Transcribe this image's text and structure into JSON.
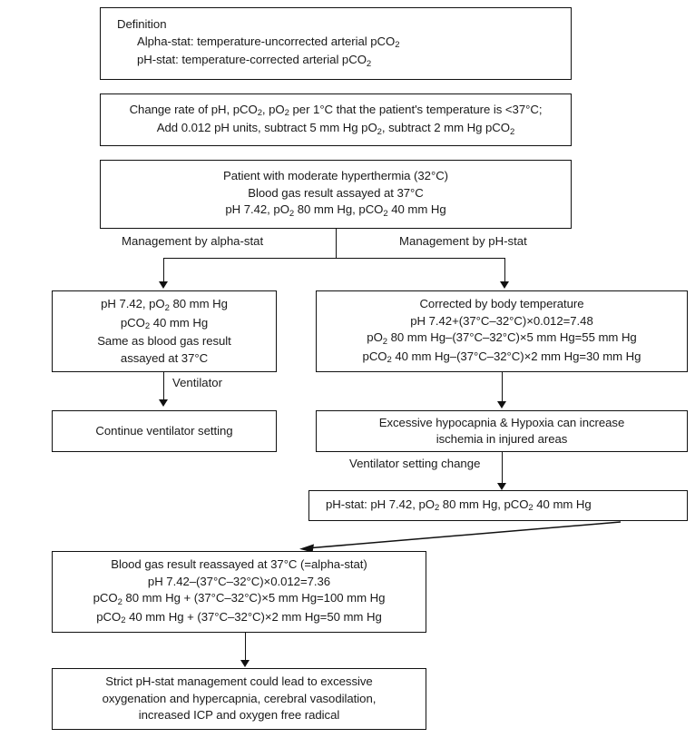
{
  "diagram": {
    "title": "Alpha-stat versus pH-stat blood gas management flowchart",
    "stroke_color": "#111111",
    "background_color": "#ffffff",
    "text_color": "#1a1a1a"
  },
  "boxes": {
    "definition": {
      "name": "definition-box",
      "lines": [
        {
          "text": "Definition",
          "indent": false
        },
        {
          "text": "Alpha-stat: temperature-uncorrected arterial pCO",
          "sub": "2",
          "indent": true
        },
        {
          "text": "pH-stat: temperature-corrected arterial pCO",
          "sub": "2",
          "indent": true
        }
      ]
    },
    "change_rate": {
      "name": "change-rate-box",
      "lines": [
        {
          "text_pre": "Change rate of pH, pCO",
          "sub1": "2",
          "text_mid": ", pO",
          "sub2": "2",
          "text_post": " per 1°C that the patient's temperature is <37°C;"
        },
        {
          "text_pre": "Add 0.012 pH units, subtract 5 mm Hg pO",
          "sub1": "2",
          "text_mid": ", subtract 2 mm Hg pCO",
          "sub2": "2",
          "text_post": ""
        }
      ]
    },
    "patient": {
      "name": "patient-box",
      "line1": "Patient with moderate hyperthermia (32°C)",
      "line2": "Blood gas result assayed at 37°C",
      "line3_pre": "pH 7.42, pO",
      "line3_sub1": "2",
      "line3_mid": " 80 mm Hg, pCO",
      "line3_sub2": "2",
      "line3_post": " 40 mm Hg"
    },
    "alpha_result": {
      "name": "alpha-stat-result-box",
      "line1_pre": "pH 7.42, pO",
      "line1_sub": "2",
      "line1_post": " 80 mm Hg",
      "line2_pre": "pCO",
      "line2_sub": "2",
      "line2_post": " 40 mm Hg",
      "line3": "Same as blood gas result",
      "line4": "assayed at 37°C"
    },
    "corrected": {
      "name": "corrected-by-body-temperature-box",
      "line1": "Corrected by body temperature",
      "line2": "pH 7.42+(37°C–32°C)×0.012=7.48",
      "line3_pre": "pO",
      "line3_sub": "2",
      "line3_post": " 80 mm Hg–(37°C–32°C)×5 mm Hg=55 mm Hg",
      "line4_pre": "pCO",
      "line4_sub": "2",
      "line4_post": " 40 mm Hg–(37°C–32°C)×2 mm Hg=30 mm Hg"
    },
    "continue_ventilator": {
      "name": "continue-ventilator-setting-box",
      "line1": "Continue ventilator setting"
    },
    "excessive": {
      "name": "excessive-hypocapnia-box",
      "line1": "Excessive hypocapnia & Hypoxia can increase",
      "line2": "ischemia in injured areas"
    },
    "phstat_values": {
      "name": "ph-stat-values-box",
      "line1_pre": "pH-stat: pH 7.42, pO",
      "line1_sub1": "2",
      "line1_mid": " 80 mm Hg, pCO",
      "line1_sub2": "2",
      "line1_post": " 40 mm Hg"
    },
    "reassayed": {
      "name": "blood-gas-reassayed-box",
      "line1": "Blood gas result reassayed at 37°C (=alpha-stat)",
      "line2": "pH 7.42–(37°C–32°C)×0.012=7.36",
      "line3_pre": "pCO",
      "line3_sub": "2",
      "line3_post": " 80 mm Hg + (37°C–32°C)×5 mm Hg=100 mm Hg",
      "line4_pre": "pCO",
      "line4_sub": "2",
      "line4_post": " 40 mm Hg + (37°C–32°C)×2 mm Hg=50 mm Hg"
    },
    "conclusion": {
      "name": "conclusion-box",
      "line1": "Strict pH-stat management could lead to excessive",
      "line2": "oxygenation and hypercapnia, cerebral vasodilation,",
      "line3": "increased ICP and oxygen free radical"
    }
  },
  "edge_labels": {
    "alpha_branch": "Management by alpha-stat",
    "phstat_branch": "Management by pH-stat",
    "ventilator": "Ventilator",
    "ventilator_setting_change": "Ventilator setting change"
  }
}
